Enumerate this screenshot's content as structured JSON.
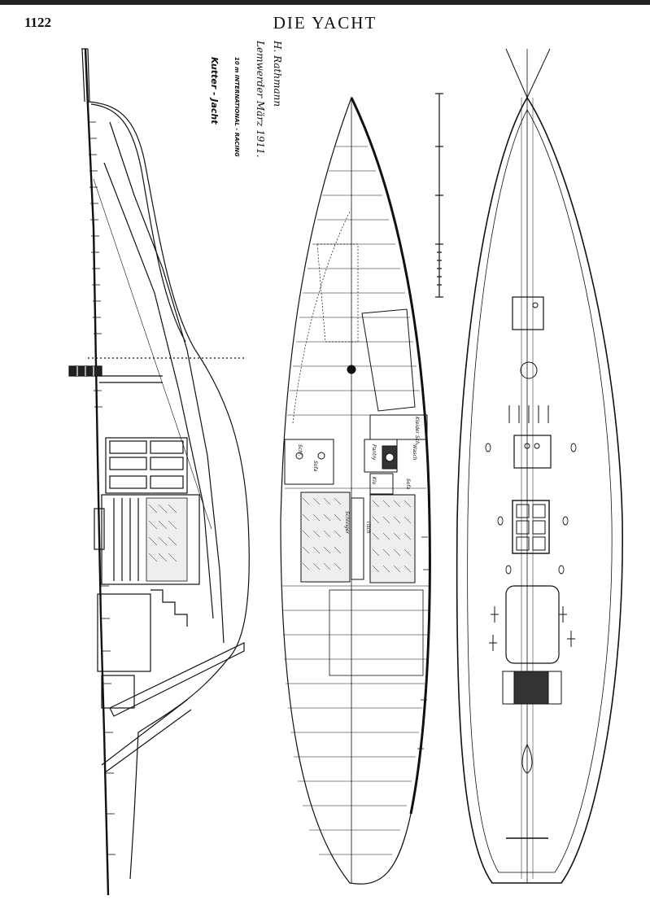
{
  "header": {
    "page_number": "1122",
    "running_head": "DIE YACHT"
  },
  "drawing": {
    "title": "Kutter - Jacht",
    "subtitle": "10 m INTERNATIONAL - RACING",
    "signature_date": "Lemwerder März 1911.",
    "signature_name": "H. Rathmann"
  },
  "labels": {
    "kleider": "Kleider Sch.",
    "pantry": "Pantry",
    "wasch": "Wasch",
    "klo": "Klo",
    "sofa_a": "Sofa",
    "sofa_b": "Sofa",
    "schrank": "Schr.",
    "schlinger": "Schlinger",
    "tisch": "Tisch"
  }
}
